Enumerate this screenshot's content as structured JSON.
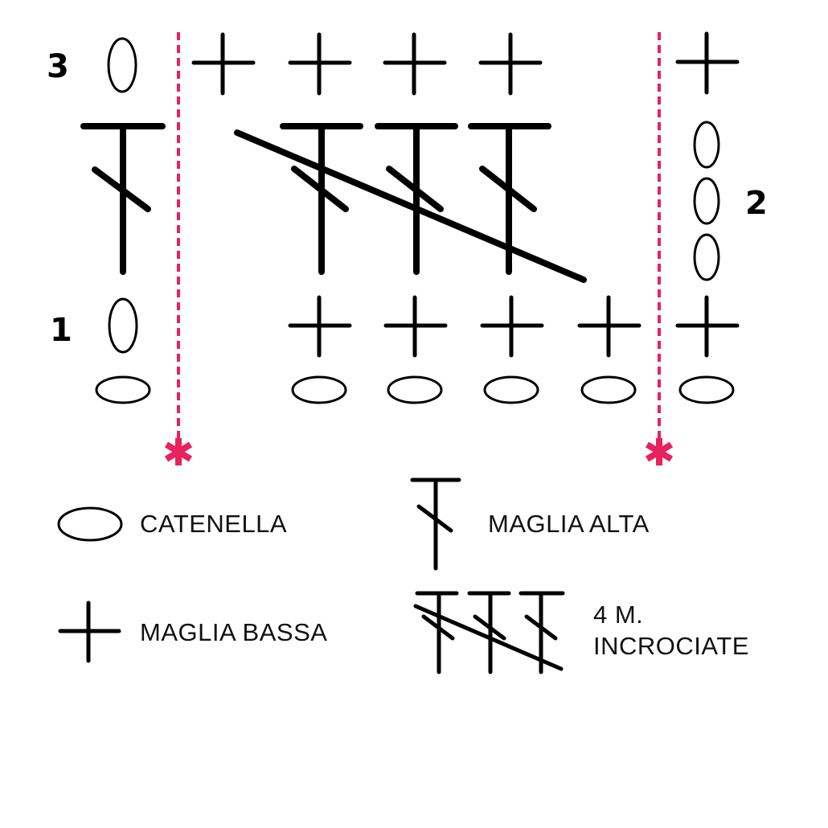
{
  "diagram": {
    "type": "crochet-chart",
    "colors": {
      "stroke": "#000000",
      "marker": "#E8215F",
      "background": "#FFFFFF"
    },
    "row_labels": [
      {
        "id": "row-1",
        "text": "1"
      },
      {
        "id": "row-2",
        "text": "2"
      },
      {
        "id": "row-3",
        "text": "3"
      }
    ],
    "repeat_markers": {
      "style": "dashed-line-with-asterisk",
      "count": 2,
      "icon": "asterisk-icon"
    },
    "rows": {
      "foundation_chain": {
        "symbol": "catenella",
        "count": 6
      },
      "row_1": {
        "turning_chain": 1,
        "single_crochet": 5
      },
      "row_2": {
        "turning_chain": 3,
        "treble_left": 1,
        "crossed_trebles_group": 1
      },
      "row_3": {
        "turning_chain": 1,
        "single_crochet": 5
      }
    }
  },
  "legend": {
    "items": [
      {
        "id": "chain",
        "icon": "chain-oval-icon",
        "label": "CATENELLA"
      },
      {
        "id": "double-crochet",
        "icon": "tall-stitch-icon",
        "label": "MAGLIA ALTA"
      },
      {
        "id": "single-crochet",
        "icon": "plus-cross-icon",
        "label": "MAGLIA BASSA"
      },
      {
        "id": "crossed",
        "icon": "crossed-stitches-icon",
        "label_line1": "4 M.",
        "label_line2": "INCROCIATE"
      }
    ]
  }
}
